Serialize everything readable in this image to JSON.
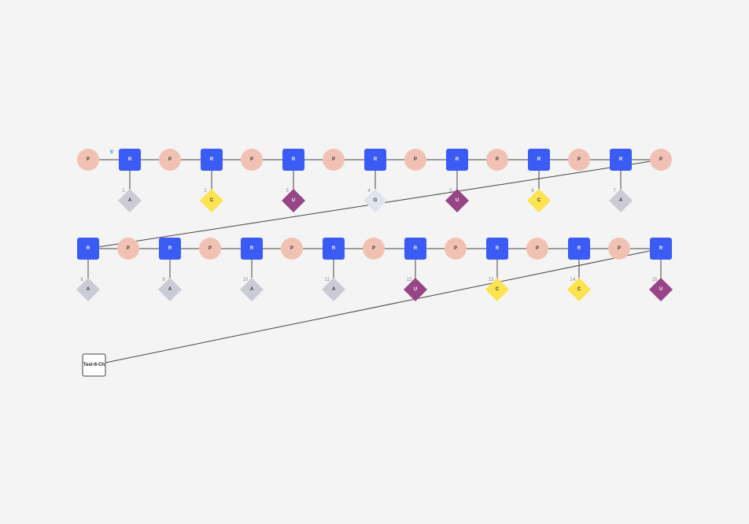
{
  "diagram": {
    "five_prime_label": "5'",
    "phosphate_label": "P",
    "ribose_label": "R",
    "end_label": "Test-6-Ch",
    "colors": {
      "background": "#f4f4f4",
      "phosphate": "#f1c2b3",
      "ribose": "#3b5bf5",
      "A": "#cbcbd6",
      "C": "#fce34f",
      "G": "#dfe5ee",
      "U": "#974587",
      "link": "#444444"
    },
    "nucleotides": [
      {
        "num": "1",
        "base": "A"
      },
      {
        "num": "2",
        "base": "C"
      },
      {
        "num": "3",
        "base": "U"
      },
      {
        "num": "4",
        "base": "G"
      },
      {
        "num": "5",
        "base": "U"
      },
      {
        "num": "6",
        "base": "C"
      },
      {
        "num": "7",
        "base": "A"
      },
      {
        "num": "8",
        "base": "A"
      },
      {
        "num": "9",
        "base": "A"
      },
      {
        "num": "10",
        "base": "A"
      },
      {
        "num": "11",
        "base": "A"
      },
      {
        "num": "12",
        "base": "U"
      },
      {
        "num": "13",
        "base": "C"
      },
      {
        "num": "14",
        "base": "C"
      },
      {
        "num": "15",
        "base": "U"
      }
    ]
  }
}
